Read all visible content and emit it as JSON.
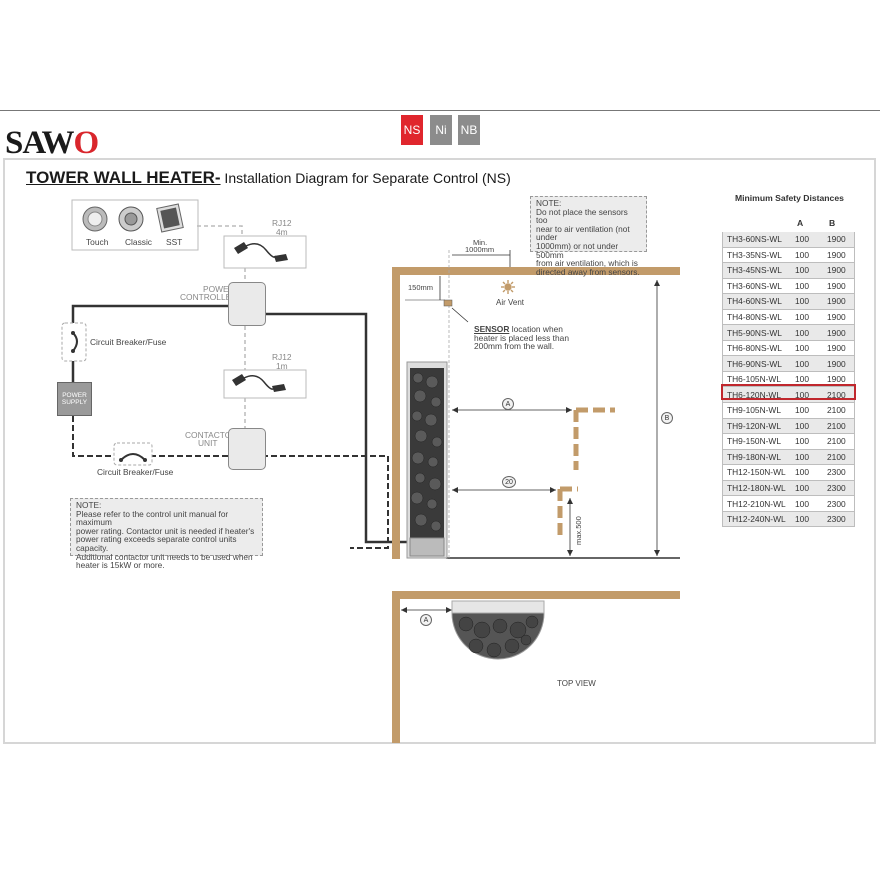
{
  "brand": {
    "logo_main": "SAW",
    "logo_o": "O"
  },
  "tabs": [
    {
      "label": "NS",
      "color": "#e0262d"
    },
    {
      "label": "Ni",
      "color": "#8c8c8c"
    },
    {
      "label": "NB",
      "color": "#8c8c8c"
    }
  ],
  "title": {
    "main": "TOWER WALL HEATER-",
    "sub": " Installation Diagram for Separate Control (NS)"
  },
  "controls": {
    "touch": "Touch",
    "classic": "Classic",
    "sst": "SST"
  },
  "labels": {
    "rj12_a": "RJ12",
    "rj12_a_len": "4m",
    "rj12_b": "RJ12",
    "rj12_b_len": "1m",
    "power_controller_1": "POWER",
    "power_controller_2": "CONTROLLER",
    "contactor_1": "CONTACTOR",
    "contactor_2": "UNIT",
    "breaker_1": "Circuit Breaker/Fuse",
    "breaker_2": "Circuit Breaker/Fuse",
    "psu_1": "POWER",
    "psu_2": "SUPPLY",
    "min_1": "Min.",
    "min_2": "1000mm",
    "d150": "150mm",
    "air_vent": "Air Vent",
    "sensor_bold": "SENSOR",
    "sensor_rest": " location when",
    "sensor_2": "heater is placed less than",
    "sensor_3": "200mm from the wall.",
    "dim_a": "A",
    "dim_20": "20",
    "dim_b": "B",
    "dim_max500": "max.500",
    "top_view": "TOP VIEW",
    "dim_a_top": "A"
  },
  "note_top": {
    "title": "NOTE:",
    "lines": [
      "Do not place the sensors too",
      "near to air ventilation (not under",
      "1000mm) or not under 500mm",
      "from air ventilation, which is",
      "directed away from sensors."
    ]
  },
  "note_bottom": {
    "title": "NOTE:",
    "lines": [
      "Please refer to the control unit manual for maximum",
      "power rating. Contactor unit is needed if heater's",
      "power rating exceeds separate control units capacity.",
      "Additional contactor unit needs to be used when",
      "heater is 15kW or more."
    ]
  },
  "safety": {
    "title": "Minimum Safety Distances",
    "col_a": "A",
    "col_b": "B",
    "highlight_color": "#c0272d",
    "rows": [
      [
        "TH3-60NS-WL",
        "100",
        "1900"
      ],
      [
        "TH3-35NS-WL",
        "100",
        "1900"
      ],
      [
        "TH3-45NS-WL",
        "100",
        "1900"
      ],
      [
        "TH3-60NS-WL",
        "100",
        "1900"
      ],
      [
        "TH4-60NS-WL",
        "100",
        "1900"
      ],
      [
        "TH4-80NS-WL",
        "100",
        "1900"
      ],
      [
        "TH5-90NS-WL",
        "100",
        "1900"
      ],
      [
        "TH6-80NS-WL",
        "100",
        "1900"
      ],
      [
        "TH6-90NS-WL",
        "100",
        "1900"
      ],
      [
        "TH6-105N-WL",
        "100",
        "1900"
      ],
      [
        "TH6-120N-WL",
        "100",
        "2100"
      ],
      [
        "TH9-105N-WL",
        "100",
        "2100"
      ],
      [
        "TH9-120N-WL",
        "100",
        "2100"
      ],
      [
        "TH9-150N-WL",
        "100",
        "2100"
      ],
      [
        "TH9-180N-WL",
        "100",
        "2100"
      ],
      [
        "TH12-150N-WL",
        "100",
        "2300"
      ],
      [
        "TH12-180N-WL",
        "100",
        "2300"
      ],
      [
        "TH12-210N-WL",
        "100",
        "2300"
      ],
      [
        "TH12-240N-WL",
        "100",
        "2300"
      ]
    ]
  }
}
